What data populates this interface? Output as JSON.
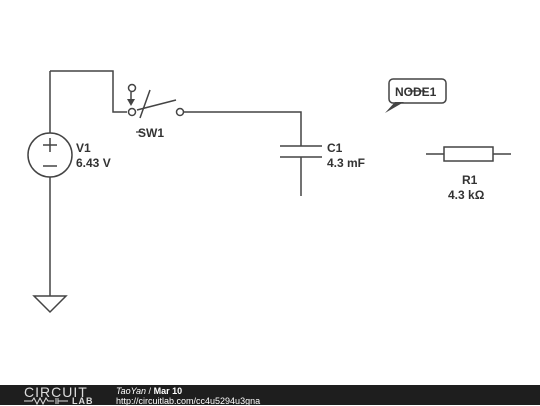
{
  "circuit": {
    "V1": {
      "name": "V1",
      "value": "6.43 V"
    },
    "SW1": {
      "name": "SW1"
    },
    "C1": {
      "name": "C1",
      "value": "4.3 mF"
    },
    "R1": {
      "name": "R1",
      "value": "4.3 kΩ"
    },
    "node_label": "NODE1"
  },
  "footer": {
    "logo_top": "CIRCUIT",
    "logo_bottom": "LAB",
    "author": "TaoYan",
    "separator": "/",
    "date": "Mar 10",
    "url": "http://circuitlab.com/cc4u5294u3gna"
  },
  "colors": {
    "wire": "#333333",
    "footer_bg": "#1e1e1e",
    "label": "#333333"
  }
}
